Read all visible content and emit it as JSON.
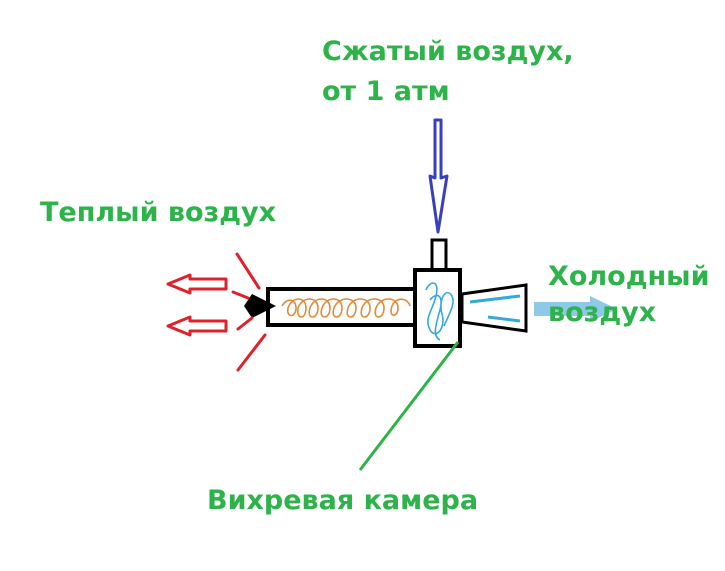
{
  "labels": {
    "compressed_line1": "Сжатый воздух,",
    "compressed_line2": "от 1 атм",
    "warm_air": "Теплый воздух",
    "cold_line1": "Холодный",
    "cold_line2": "воздух",
    "vortex_chamber": "Вихревая камера"
  },
  "colors": {
    "label_text": "#2db34a",
    "outline": "#000000",
    "inlet_arrow": "#3a3fbf",
    "hot_arrows": "#e0202a",
    "swirl_hot": "#e08a3a",
    "swirl_cold": "#35a8e0",
    "cold_arrow": "#8ec9ea",
    "pointer_line": "#2db34a"
  }
}
